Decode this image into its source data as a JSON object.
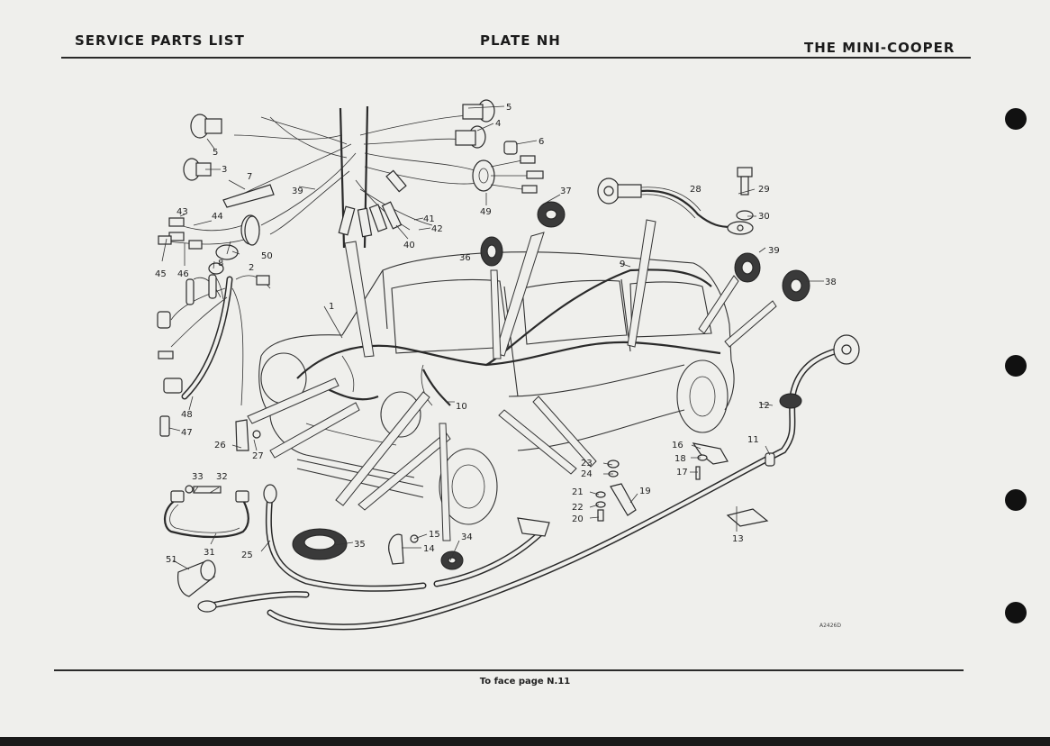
{
  "header": {
    "left": "SERVICE PARTS LIST",
    "center": "PLATE NH",
    "right": "THE MINI-COOPER"
  },
  "footer": {
    "text": "To face page N.11"
  },
  "reference_code": "A2426D",
  "callouts": [
    "1",
    "2",
    "3",
    "4",
    "5",
    "5",
    "6",
    "7",
    "8",
    "9",
    "10",
    "11",
    "12",
    "13",
    "14",
    "15",
    "16",
    "17",
    "18",
    "19",
    "20",
    "21",
    "22",
    "23",
    "24",
    "25",
    "26",
    "27",
    "28",
    "29",
    "30",
    "31",
    "32",
    "33",
    "34",
    "35",
    "36",
    "37",
    "38",
    "39",
    "39",
    "40",
    "41",
    "42",
    "43",
    "44",
    "45",
    "46",
    "47",
    "48",
    "49",
    "50",
    "51"
  ]
}
